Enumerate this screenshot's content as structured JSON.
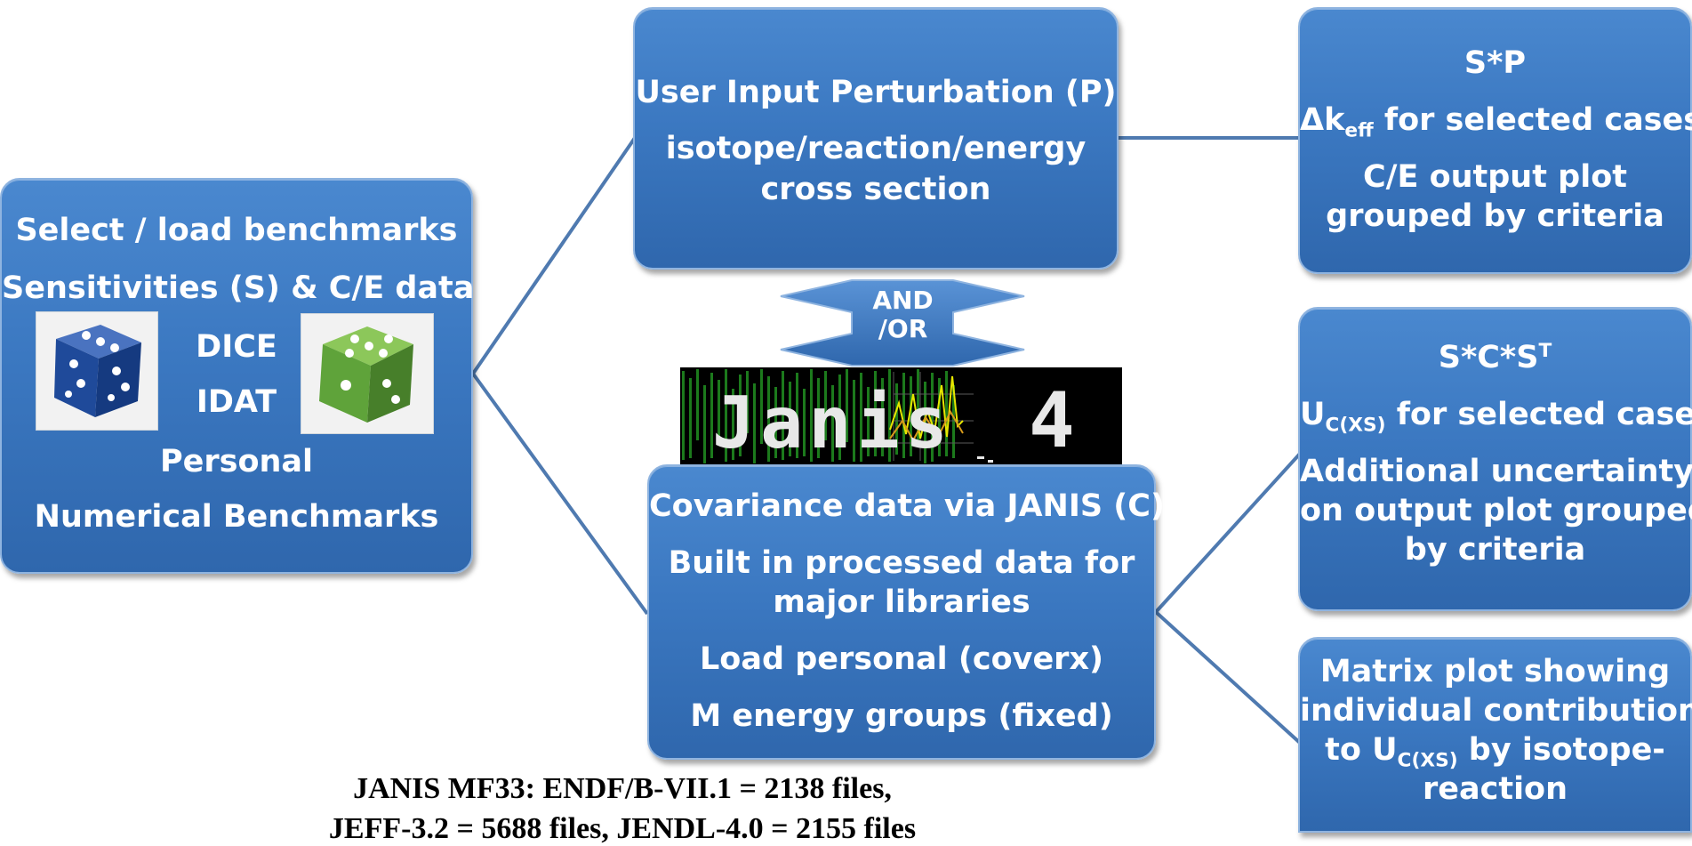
{
  "left_box": {
    "line1": "Select / load benchmarks",
    "line2": "Sensitivities (S) & C/E data",
    "dice": "DICE",
    "idat": "IDAT",
    "personal": "Personal",
    "numerical": "Numerical Benchmarks"
  },
  "perturbation_box": {
    "title": "User Input Perturbation (P)",
    "line2": "isotope/reaction/energy",
    "line3": "cross section"
  },
  "and_or": "AND /OR",
  "janis_logo": {
    "word": "Janis",
    "version": "4"
  },
  "covariance_box": {
    "line1": "Covariance data via JANIS (C)",
    "line2": "Built in processed data for",
    "line3": "major libraries",
    "line4": "Load personal (coverx)",
    "line5": "M energy groups (fixed)"
  },
  "sp_box": {
    "title": "S*P",
    "delta": "Δk",
    "delta_sub": "eff",
    "delta_rest": " for selected cases",
    "line3": "C/E output plot",
    "line4": "grouped by criteria"
  },
  "scs_box": {
    "title": "S*C*S",
    "title_sup": "T",
    "u": "U",
    "u_sub": "C(XS)",
    "u_rest": " for selected cases",
    "line3": "Additional uncertainty",
    "line4": "on output plot grouped",
    "line5": "by criteria"
  },
  "matrix_box": {
    "line1": "Matrix plot showing",
    "line2": "individual contribution",
    "line3_pre": "to U",
    "line3_sub": "C(XS)",
    "line3_post": " by isotope-",
    "line4": "reaction"
  },
  "footnote": {
    "line1": "JANIS MF33: ENDF/B-VII.1 = 2138 files,",
    "line2": "JEFF-3.2 = 5688 files, JENDL-4.0 = 2155 files"
  },
  "colors": {
    "box_fill": "#3b78c1",
    "box_border": "#8fb4e0",
    "connector": "#4f7ab0",
    "text": "#ffffff"
  }
}
